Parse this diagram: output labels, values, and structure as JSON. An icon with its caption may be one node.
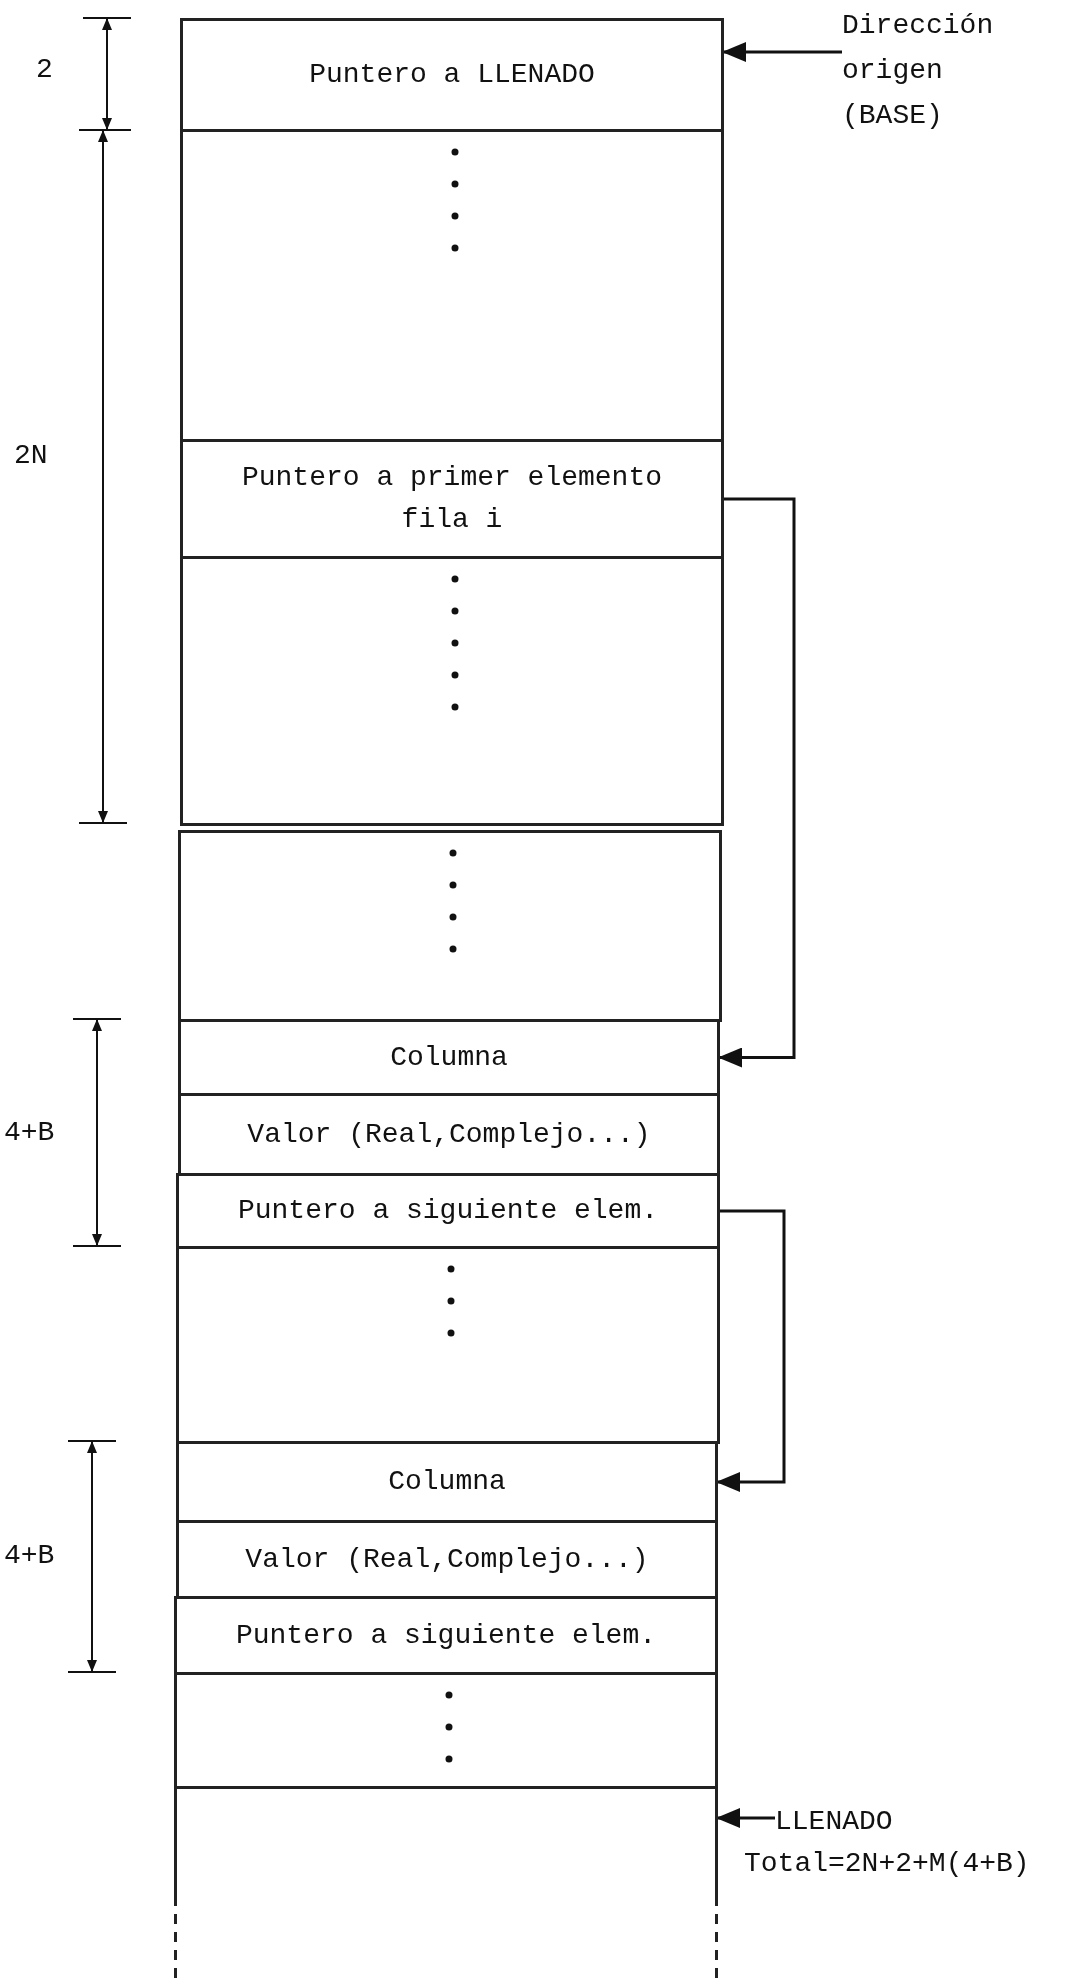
{
  "diagram": {
    "nodes": [
      {
        "text": [
          "Puntero a LLENADO"
        ]
      },
      {
        "text": [],
        "shape": "box"
      },
      {
        "text": [
          "Puntero a primer elemento fila i"
        ]
      },
      {
        "text": [],
        "shape": "box"
      },
      {
        "text": [],
        "shape": "box"
      },
      {
        "text": [
          "Columna"
        ]
      },
      {
        "text": [
          "Valor (Real,Complejo...)"
        ]
      },
      {
        "text": [
          "Puntero a siguiente elem."
        ]
      },
      {
        "text": [],
        "shape": "box"
      },
      {
        "text": [
          "Columna"
        ]
      },
      {
        "text": [
          "Valor (Real,Complejo...)"
        ]
      },
      {
        "text": [
          "Puntero a siguiente elem."
        ]
      },
      {
        "text": [],
        "shape": "box"
      },
      {
        "text": [],
        "shape": "box"
      },
      {
        "text": [
          "Dirección origen (BASE)"
        ]
      },
      {
        "text": [
          "LLENADO"
        ]
      }
    ],
    "edges": [
      {
        "from": 2,
        "to": 5,
        "arrow": "to"
      },
      {
        "from": 7,
        "to": 9,
        "arrow": "to"
      },
      {
        "from": 14,
        "to": 0,
        "arrow": "to"
      },
      {
        "from": 15,
        "to": 13,
        "arrow": "to"
      }
    ],
    "labels": [
      "2",
      "2N",
      "4+B",
      "4+B",
      "Total=2N+2+M(4+B)"
    ]
  }
}
